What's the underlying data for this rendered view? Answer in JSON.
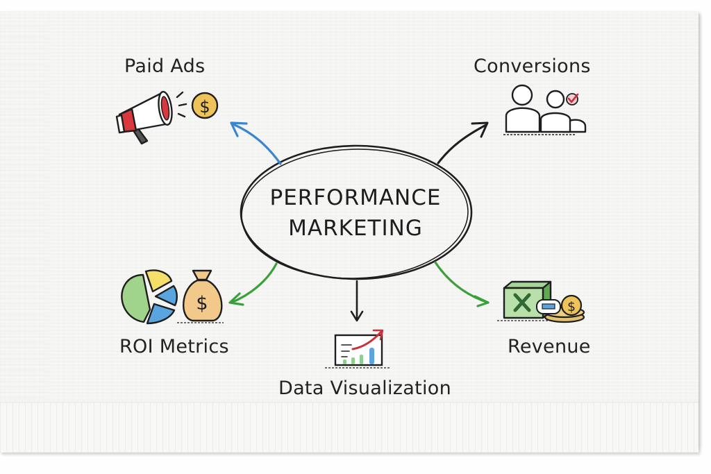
{
  "diagram": {
    "type": "mind-map",
    "medium": "hand-drawn sketch on paper napkin",
    "center": {
      "line1": "PERFORMANCE",
      "line2": "MARKETING"
    },
    "nodes": [
      {
        "id": "paid-ads",
        "label": "Paid Ads",
        "icon": "megaphone-and-coin-icon",
        "arrow_color": "#3a86d0",
        "position": "top-left"
      },
      {
        "id": "conversions",
        "label": "Conversions",
        "icon": "people-with-checkmark-icon",
        "arrow_color": "#1e1e1e",
        "position": "top-right"
      },
      {
        "id": "roi-metrics",
        "label": "ROI Metrics",
        "icon": "pie-chart-and-money-bag-icon",
        "arrow_color": "#3aa03a",
        "position": "bottom-left"
      },
      {
        "id": "data-visualization",
        "label": "Data Visualization",
        "icon": "rising-bar-chart-icon",
        "arrow_color": "#1e1e1e",
        "position": "bottom-center"
      },
      {
        "id": "revenue",
        "label": "Revenue",
        "icon": "spreadsheet-card-coins-icon",
        "arrow_color": "#3aa03a",
        "position": "bottom-right"
      }
    ],
    "colors": {
      "ink": "#1e1e1e",
      "blue_arrow": "#3a86d0",
      "green_arrow": "#3aa03a",
      "megaphone_red": "#d9383e",
      "coin_gold": "#f0c35a",
      "money_bag": "#f2c98a",
      "pie_green": "#9fd48a",
      "pie_yellow": "#f3df6a",
      "pie_blue": "#5aa5e0",
      "excel_green": "#7fc470",
      "check_red": "#c9303a",
      "paper": "#f6f6f5"
    }
  }
}
